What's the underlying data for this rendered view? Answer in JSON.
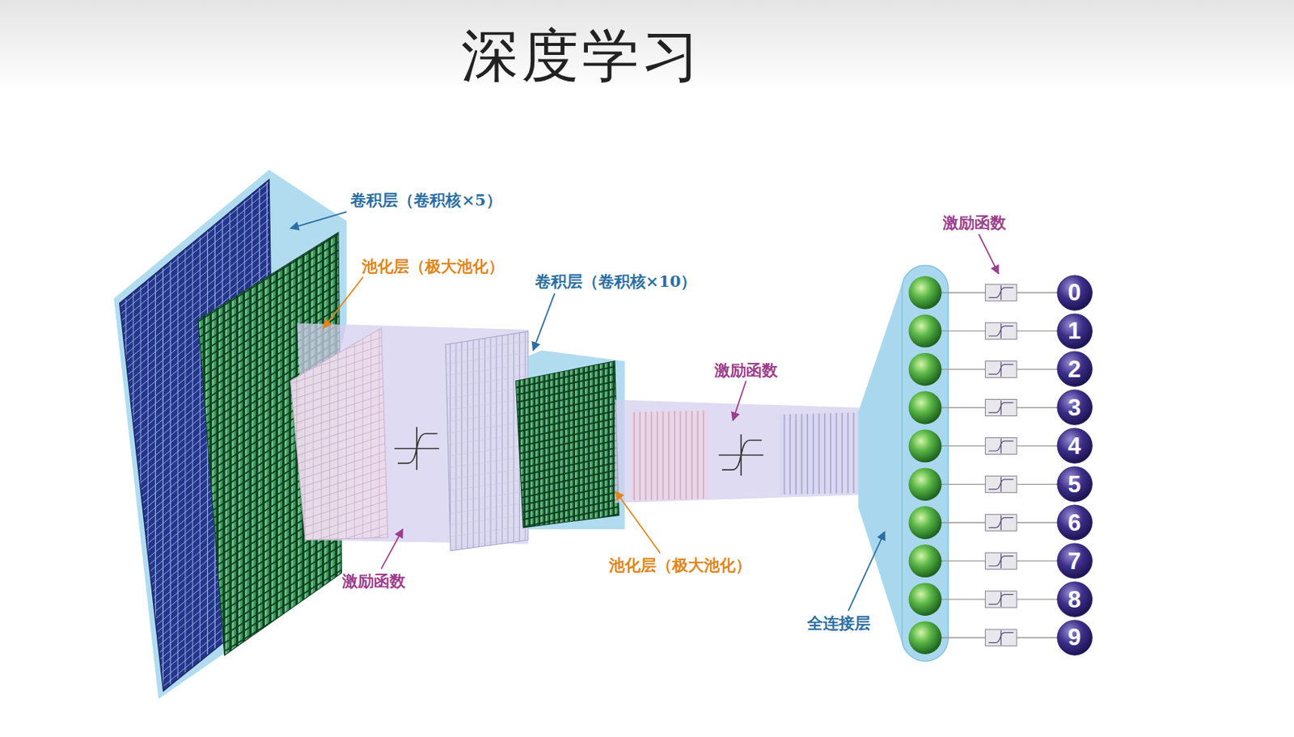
{
  "diagram": {
    "title": "深度学习",
    "nodes": [
      {
        "text": [
          "0"
        ]
      },
      {
        "text": [
          "1"
        ]
      },
      {
        "text": [
          "2"
        ]
      },
      {
        "text": [
          "3"
        ]
      },
      {
        "text": [
          "4"
        ]
      },
      {
        "text": [
          "5"
        ]
      },
      {
        "text": [
          "6"
        ]
      },
      {
        "text": [
          "7"
        ]
      },
      {
        "text": [
          "8"
        ]
      },
      {
        "text": [
          "9"
        ]
      }
    ],
    "labels": [
      "卷积层（卷积核×5）",
      "激励函数",
      "池化层（极大池化）",
      "卷积层（卷积核×10）",
      "激励函数",
      "池化层（极大池化）",
      "激励函数",
      "全连接层"
    ]
  }
}
